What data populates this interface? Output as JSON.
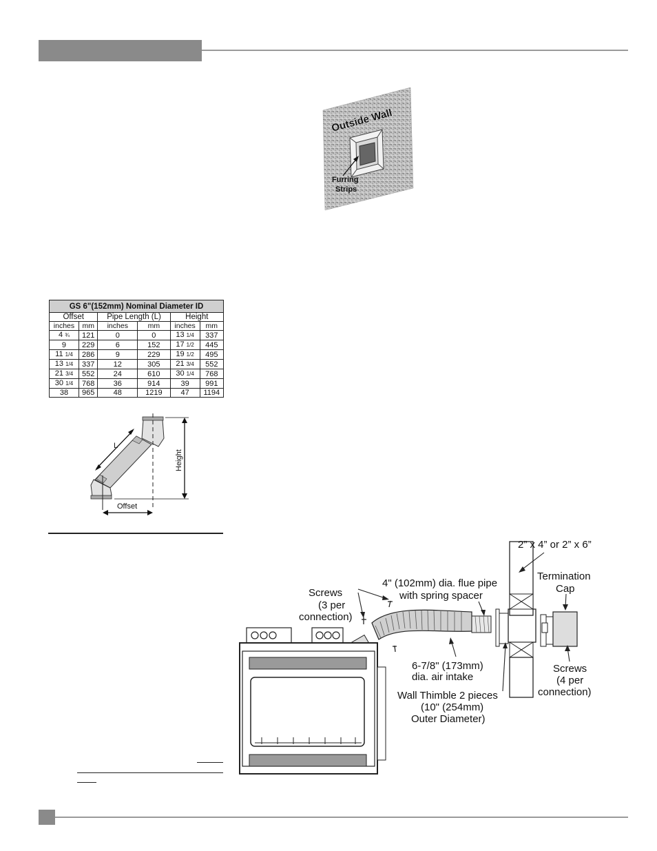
{
  "wall_figure": {
    "title": "Outside Wall",
    "label_line1": "Furring",
    "label_line2": "Strips"
  },
  "offset_table": {
    "title": "GS 6\"(152mm) Nominal Diameter ID",
    "groups": [
      "Offset",
      "Pipe Length (L)",
      "Height"
    ],
    "units": [
      "inches",
      "mm",
      "inches",
      "mm",
      "inches",
      "mm"
    ],
    "rows": [
      [
        {
          "w": "4 ",
          "f": "¾"
        },
        "121",
        {
          "w": "0",
          "f": ""
        },
        "0",
        {
          "w": "13 ",
          "f": "1/4"
        },
        "337"
      ],
      [
        {
          "w": "9",
          "f": ""
        },
        "229",
        {
          "w": "6",
          "f": ""
        },
        "152",
        {
          "w": "17 ",
          "f": "1/2"
        },
        "445"
      ],
      [
        {
          "w": "11 ",
          "f": "1/4"
        },
        "286",
        {
          "w": "9",
          "f": ""
        },
        "229",
        {
          "w": "19 ",
          "f": "1/2"
        },
        "495"
      ],
      [
        {
          "w": "13 ",
          "f": "1/4"
        },
        "337",
        {
          "w": "12",
          "f": ""
        },
        "305",
        {
          "w": "21 ",
          "f": "3/4"
        },
        "552"
      ],
      [
        {
          "w": "21 ",
          "f": "3/4"
        },
        "552",
        {
          "w": "24",
          "f": ""
        },
        "610",
        {
          "w": "30 ",
          "f": "1/4"
        },
        "768"
      ],
      [
        {
          "w": "30 ",
          "f": "1/4"
        },
        "768",
        {
          "w": "36",
          "f": ""
        },
        "914",
        {
          "w": "39",
          "f": ""
        },
        "991"
      ],
      [
        {
          "w": "38",
          "f": ""
        },
        "965",
        {
          "w": "48",
          "f": ""
        },
        "1219",
        {
          "w": "47",
          "f": ""
        },
        "1194"
      ]
    ]
  },
  "offset_figure": {
    "length_label": "L",
    "height_label": "Height",
    "offset_label": "Offset"
  },
  "install_figure": {
    "framing": "2” x 4” or 2” x 6”",
    "termination_1": "Termination",
    "termination_2": "Cap",
    "flue_1": "4\" (102mm) dia. flue pipe",
    "flue_2": "with spring spacer",
    "screws_a1": "Screws",
    "screws_a2": "(3 per",
    "screws_a3": "connection)",
    "intake_1": "6-7/8\" (173mm)",
    "intake_2": "dia. air intake",
    "thimble_1": "Wall Thimble 2 pieces",
    "thimble_2": "(10\" (254mm)",
    "thimble_3": "Outer Diameter)",
    "screws_b1": "Screws",
    "screws_b2": "(4 per",
    "screws_b3": "connection)"
  }
}
